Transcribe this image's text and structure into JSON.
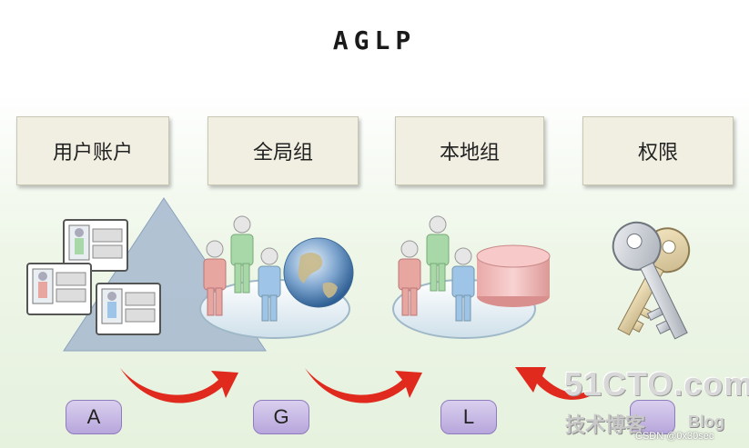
{
  "title": "AGLP",
  "columns": [
    {
      "label": "用户账户",
      "pill": "A"
    },
    {
      "label": "全局组",
      "pill": "G"
    },
    {
      "label": "本地组",
      "pill": "L"
    },
    {
      "label": "权限",
      "pill": ""
    }
  ],
  "watermark": {
    "main": "51CTO.com",
    "sub": "技术博客",
    "blog": "Blog",
    "csdn": "CSDN @0x30sec"
  },
  "colors": {
    "arrow": "#e02a1e",
    "pill": "#c4b6e4",
    "label_box": "#f1efe2",
    "triangle": "#9fb4cc",
    "person_red": "#e8a6a0",
    "person_green": "#a8d8a8",
    "person_blue": "#9ec4e8",
    "key": "#cfd3da"
  }
}
